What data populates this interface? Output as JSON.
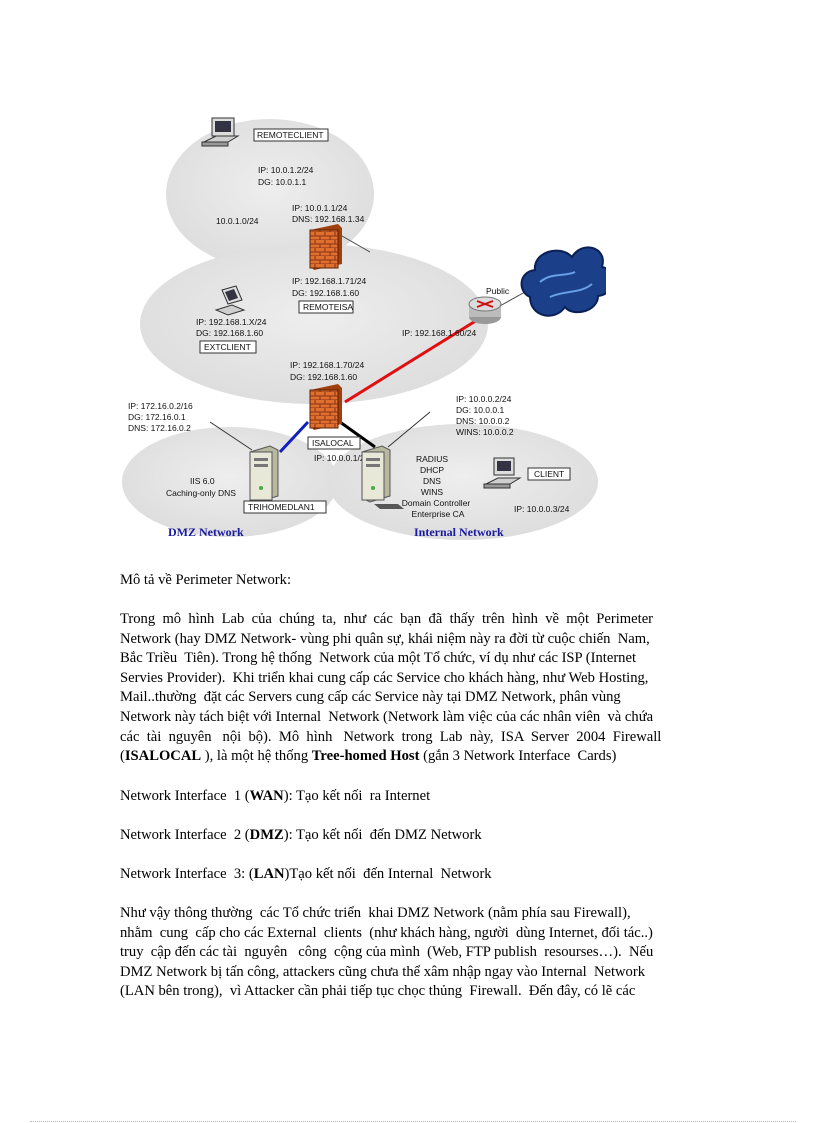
{
  "diagram": {
    "remote_network": {
      "client_name": "REMOTECLIENT",
      "client_ip": "IP: 10.0.1.2/24",
      "client_dg": "DG: 10.0.1.1",
      "subnet": "10.0.1.0/24"
    },
    "remoteisa": {
      "name": "REMOTEISA",
      "ext_ip": "IP: 10.0.1.1/24",
      "ext_dns": "DNS: 192.168.1.34",
      "int_ip": "IP: 192.168.1.71/24",
      "int_dg": "DG: 192.168.1.60"
    },
    "extclient": {
      "name": "EXTCLIENT",
      "ip": "IP: 192.168.1.X/24",
      "dg": "DG: 192.168.1.60"
    },
    "router": {
      "label": "Public",
      "ip": "IP: 192.168.1.60/24"
    },
    "isalocal": {
      "name": "ISALOCAL",
      "ext_ip": "IP: 192.168.1.70/24",
      "ext_dg": "DG: 192.168.1.60",
      "int_ip": "IP: 10.0.0.1/24"
    },
    "dmz_server": {
      "name": "TRIHOMEDLAN1",
      "ip": "IP: 172.16.0.2/16",
      "dg": "DG: 172.16.0.1",
      "dns": "DNS: 172.16.0.2",
      "role1": "IIS 6.0",
      "role2": "Caching-only DNS"
    },
    "dc_server": {
      "ip": "IP: 10.0.0.2/24",
      "dg": "DG: 10.0.0.1",
      "dns": "DNS: 10.0.0.2",
      "wins": "WINS: 10.0.0.2",
      "roles": [
        "RADIUS",
        "DHCP",
        "DNS",
        "WINS",
        "Domain Controller",
        "Enterprise CA"
      ]
    },
    "internal_client": {
      "name": "CLIENT",
      "ip": "IP: 10.0.0.3/24"
    },
    "captions": {
      "dmz": "DMZ Network",
      "internal": "Internal Network"
    },
    "colors": {
      "cloud": "#1c3f8a",
      "wan_link": "#e01010",
      "dmz_link": "#1020c0",
      "zone": "#e4e4e4"
    }
  },
  "document": {
    "heading": "Mô tả về Perimeter  Network:",
    "paragraph1": [
      "Trong  mô  hình  Lab  của  chúng  ta,  như  các  bạn  đã  thấy  trên  hình  về  một  Perimeter",
      "Network (hay DMZ Network- vùng phi quân sự, khái niệm này ra đời từ cuộc chiến  Nam,",
      "Bắc Triều  Tiên). Trong hệ thống  Network của một Tổ chức, ví dụ như các ISP (Internet",
      "Servies Provider).  Khi triển khai cung cấp các Service cho khách hàng, như Web Hosting,",
      "Mail..thường  đặt các Servers cung cấp các Service này tại DMZ Network, phân vùng",
      "Network này tách biệt với Internal  Network (Network làm việc của các nhân viên  và chứa",
      "các  tài  nguyên   nội  bộ).  Mô  hình   Network  trong  Lab  này,  ISA  Server  2004  Firewall"
    ],
    "para1_last": {
      "open": "(",
      "bold1": "ISALOCAL",
      "mid": " ), là một hệ thống ",
      "bold2": "Tree-homed  Host",
      "tail": " (gắn 3 Network Interface  Cards)"
    },
    "interfaces": [
      {
        "prefix": "Network Interface  1 (",
        "bold": "WAN",
        "suffix": "): Tạo kết nối  ra Internet"
      },
      {
        "prefix": "Network Interface  2 (",
        "bold": "DMZ",
        "suffix": "): Tạo kết nối  đến DMZ Network"
      },
      {
        "prefix": "Network Interface  3: (",
        "bold": "LAN",
        "suffix": ")Tạo kết nối  đến Internal  Network"
      }
    ],
    "paragraph2": [
      "Như vậy thông thường  các Tổ chức triển  khai DMZ Network (nằm phía sau Firewall),",
      "nhằm  cung  cấp cho các External  clients  (như khách hàng, người  dùng Internet, đối tác..)",
      "truy  cập đến các tài  nguyên   công  cộng của mình  (Web, FTP publish  resourses…).  Nếu",
      "DMZ Network bị tấn công, attackers cũng chưa thể xâm nhập ngay vào Internal  Network",
      "(LAN bên trong),  vì Attacker cần phải tiếp tục chọc thủng  Firewall.  Đến đây, có lẽ các"
    ]
  }
}
